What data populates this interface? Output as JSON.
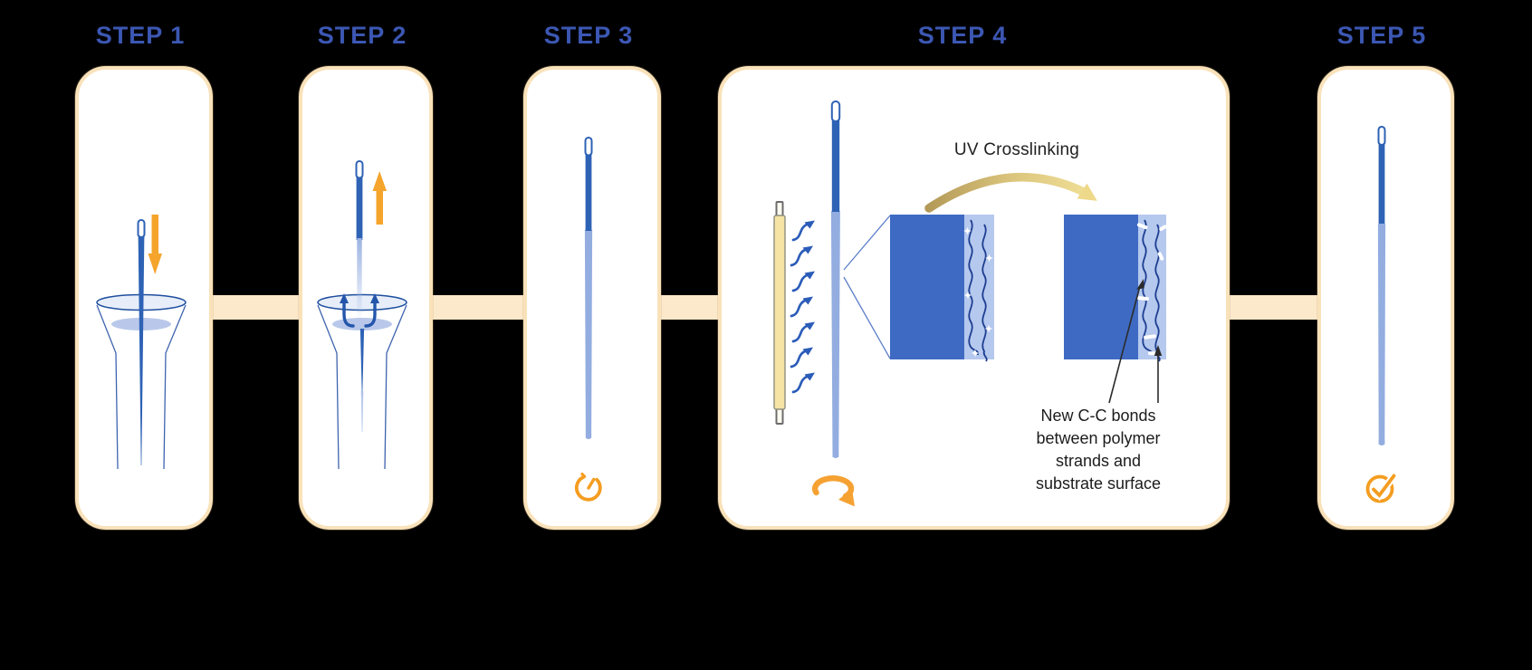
{
  "steps": [
    {
      "label": "STEP 1",
      "icon": "down-arrow-icon"
    },
    {
      "label": "STEP 2",
      "icon": "up-arrow-icon"
    },
    {
      "label": "STEP 3",
      "icon": "timer-icon"
    },
    {
      "label": "STEP 4",
      "icon": "uv-lamp-icon"
    },
    {
      "label": "STEP 5",
      "icon": "check-circle-icon"
    }
  ],
  "card4": {
    "uv_label": "UV Crosslinking",
    "bonds_note": "New C-C bonds\nbetween polymer\nstrands and\nsubstrate surface"
  },
  "icons": {
    "step1": "down-arrow-icon",
    "step2": "up-arrow-icon",
    "step3": "timer-icon",
    "step4_lamp": "uv-lamp-icon",
    "step4_rays": "uv-rays-icon",
    "step4_rotation": "rotation-icon",
    "step4_gold_arrow": "gold-curved-arrow-icon",
    "step5": "check-circle-icon"
  },
  "colors": {
    "background": "#000000",
    "card_fill": "#ffffff",
    "card_border": "#f9e2ba",
    "connector": "#fce8ca",
    "step_label_blue": "#3c57b3",
    "wire_dark_blue": "#2e62b5",
    "wire_coated_blue": "#93ade0",
    "accent_orange": "#f5a42c",
    "substrate_blue": "#3e6ac3",
    "coating_strip_blue": "#b5c8ee",
    "polymer_strand_navy": "#1d3e91",
    "uv_lamp_yellow": "#f6e4a4",
    "gold_arrow": "#e8d382",
    "annotation_black": "#2b2b2b"
  }
}
